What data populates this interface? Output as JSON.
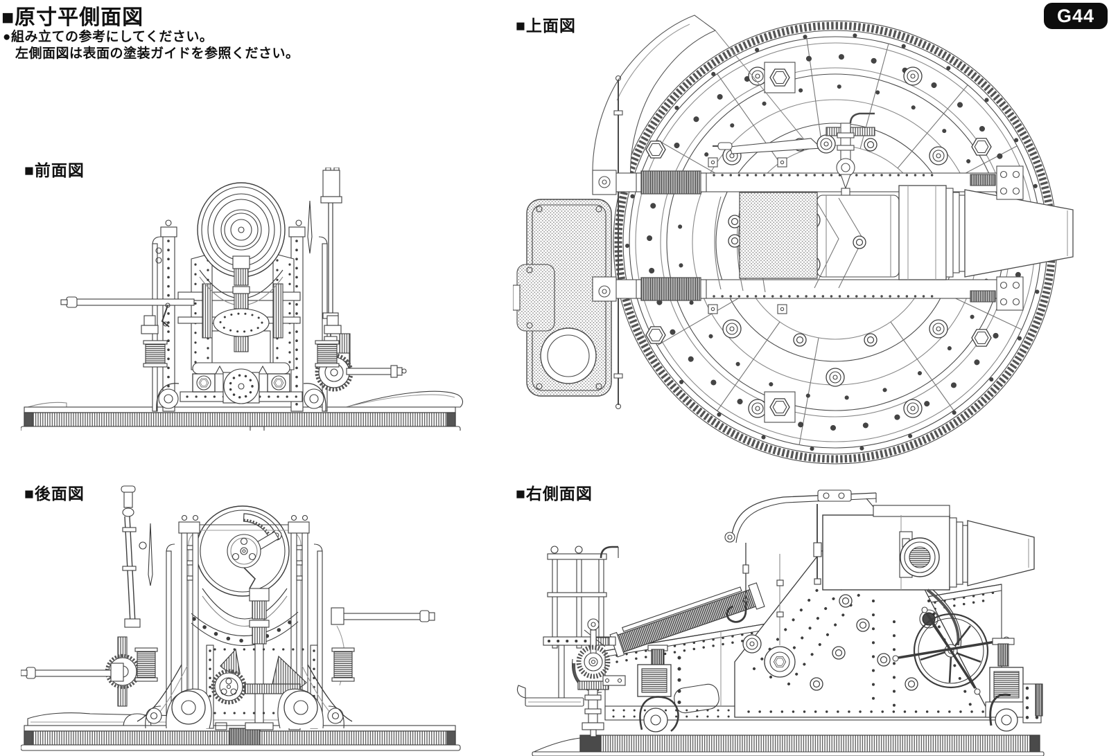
{
  "header": {
    "title": "■原寸平側面図",
    "notes": [
      "●組み立ての参考にしてください。",
      "左側面図は表面の塗装ガイドを参照ください。"
    ],
    "badge": "G44"
  },
  "views": {
    "top": {
      "label": "■上面図"
    },
    "front": {
      "label": "■前面図"
    },
    "rear": {
      "label": "■後面図"
    },
    "right": {
      "label": "■右側面図"
    }
  },
  "colors": {
    "ink": "#3c3c3c",
    "paper": "#ffffff",
    "badge_bg": "#0d0d0d",
    "badge_text": "#ffffff"
  }
}
